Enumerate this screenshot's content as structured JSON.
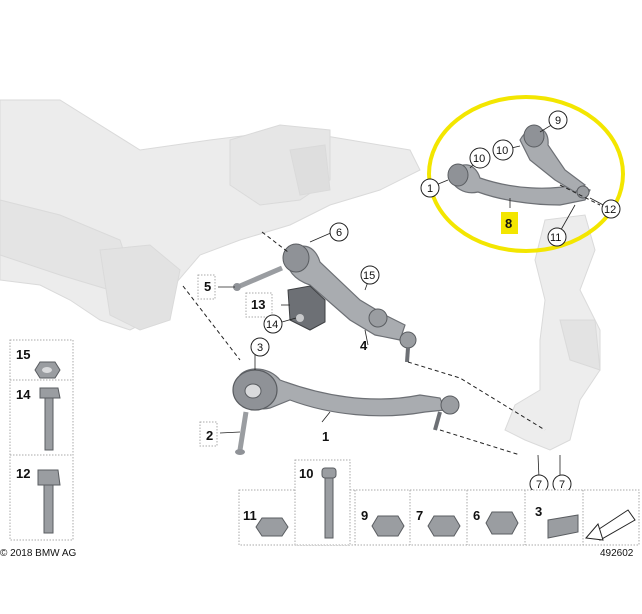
{
  "diagram": {
    "copyright": "© 2018 BMW AG",
    "diagram_number": "492602",
    "highlight_color": "#f3e600",
    "highlighted_part": "8",
    "callouts": {
      "c1": "1",
      "c2": "2",
      "c3": "3",
      "c4": "4",
      "c5": "5",
      "c6": "6",
      "c7a": "7",
      "c7b": "7",
      "c8": "8",
      "c9": "9",
      "c10a": "10",
      "c10b": "10",
      "c11": "11",
      "c12": "12",
      "c13": "13",
      "c14": "14",
      "c15": "15"
    },
    "parts_legend_left": [
      "15",
      "14",
      "12"
    ],
    "parts_legend_bottom": [
      "10",
      "11",
      "9",
      "7",
      "6",
      "3"
    ]
  }
}
